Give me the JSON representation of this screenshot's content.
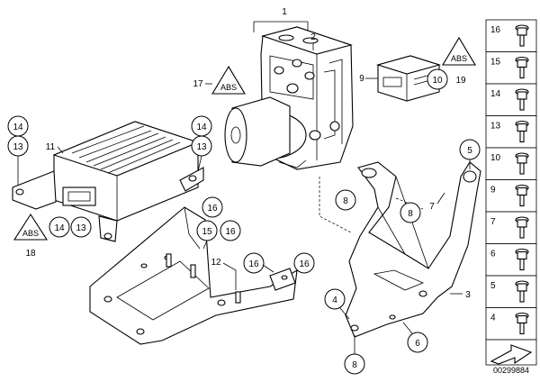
{
  "diagram_id": "00299884",
  "callouts": {
    "c1": "1",
    "c2": "2",
    "c3": "3",
    "c4": "4",
    "c5": "5",
    "c6": "6",
    "c7": "7",
    "c8a": "8",
    "c8b": "8",
    "c8c": "8",
    "c9": "9",
    "c10": "10",
    "c11": "11",
    "c12": "12",
    "c13a": "13",
    "c13b": "13",
    "c13c": "13",
    "c14a": "14",
    "c14b": "14",
    "c14c": "14",
    "c15": "15",
    "c16a": "16",
    "c16b": "16",
    "c16c": "16",
    "c16d": "16",
    "c17": "17",
    "c18": "18",
    "c19": "19"
  },
  "side_panel": [
    {
      "num": "16",
      "icon": "collar-screw-icon"
    },
    {
      "num": "15",
      "icon": "washer-screw-icon"
    },
    {
      "num": "14",
      "icon": "rubber-mount-icon"
    },
    {
      "num": "13",
      "icon": "hex-nut-icon"
    },
    {
      "num": "10",
      "icon": "bolt-icon"
    },
    {
      "num": "9",
      "icon": "grommet-icon"
    },
    {
      "num": "7",
      "icon": "sleeve-icon"
    },
    {
      "num": "6",
      "icon": "hex-bolt-icon"
    },
    {
      "num": "5",
      "icon": "screw-washer-icon"
    },
    {
      "num": "4",
      "icon": "pin-bolt-icon"
    }
  ],
  "warning_label": "ABS"
}
